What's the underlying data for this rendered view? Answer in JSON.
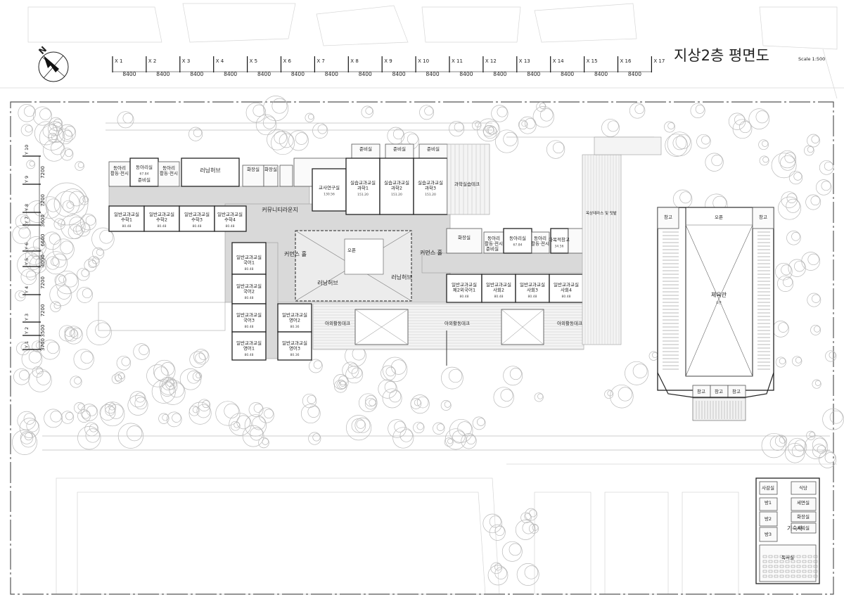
{
  "title": "지상2층  평면도",
  "scale": "Scale 1:500",
  "north_label": "N",
  "x_axis": {
    "labels": [
      "X 1",
      "X 2",
      "X 3",
      "X 4",
      "X 5",
      "X 6",
      "X 7",
      "X 8",
      "X 9",
      "X 10",
      "X 11",
      "X 12",
      "X 13",
      "X 14",
      "X 15",
      "X 16",
      "X 17"
    ],
    "spacing": "8400"
  },
  "y_axis": {
    "labels": [
      "Y 10",
      "Y 9",
      "Y 8",
      "Y 7",
      "Y 6",
      "Y 5",
      "Y 4",
      "Y 3",
      "Y 2",
      "Y 1"
    ],
    "dims": [
      "7200",
      "7200",
      "3600",
      "6600",
      "4000",
      "7200",
      "7200",
      "3500",
      "3700"
    ]
  },
  "rooms": [
    {
      "name": "동아리실",
      "area": "67.84"
    },
    {
      "name": "동아리 활동·전시",
      "area": ""
    },
    {
      "name": "동아리 활동·전시",
      "area": ""
    },
    {
      "name": "준비실",
      "area": ""
    },
    {
      "name": "러닝허브",
      "area": ""
    },
    {
      "name": "화장실",
      "area": ""
    },
    {
      "name": "화장실",
      "area": ""
    },
    {
      "name": "일반교과교실 수학1",
      "area": "80.48"
    },
    {
      "name": "일반교과교실 수학2",
      "area": "80.48"
    },
    {
      "name": "일반교과교실 수학3",
      "area": "80.48"
    },
    {
      "name": "일반교과교실 수학4",
      "area": "80.48"
    },
    {
      "name": "커뮤니티라운지",
      "area": ""
    },
    {
      "name": "교사연구실",
      "area": "130.56"
    },
    {
      "name": "준비실",
      "area": ""
    },
    {
      "name": "준비실",
      "area": ""
    },
    {
      "name": "준비실",
      "area": ""
    },
    {
      "name": "실습교과교실 과학1",
      "area": "151.20"
    },
    {
      "name": "실습교과교실 과학2",
      "area": "151.20"
    },
    {
      "name": "실습교과교실 과학3",
      "area": "151.20"
    },
    {
      "name": "과학실습테크",
      "area": ""
    },
    {
      "name": "커먼스 홀",
      "area": ""
    },
    {
      "name": "오픈",
      "area": ""
    },
    {
      "name": "러닝허브",
      "area": ""
    },
    {
      "name": "러닝허브",
      "area": ""
    },
    {
      "name": "커먼스 홀",
      "area": ""
    },
    {
      "name": "일반교과교실 국어1",
      "area": "80.48"
    },
    {
      "name": "일반교과교실 국어2",
      "area": "80.48"
    },
    {
      "name": "일반교과교실 국어3",
      "area": "80.48"
    },
    {
      "name": "일반교과교실 영어1",
      "area": "80.48"
    },
    {
      "name": "일반교과교실 영어2",
      "area": "80.36"
    },
    {
      "name": "일반교과교실 영어3",
      "area": "80.36"
    },
    {
      "name": "동아리실",
      "area": "67.84"
    },
    {
      "name": "동아리 활동·전시",
      "area": ""
    },
    {
      "name": "동아리 활동·전시",
      "area": ""
    },
    {
      "name": "화장실",
      "area": ""
    },
    {
      "name": "준비실",
      "area": ""
    },
    {
      "name": "다목적창고",
      "area": "34.56"
    },
    {
      "name": "일반교과교실 제2외국어1",
      "area": "80.48"
    },
    {
      "name": "일반교과교실 사회2",
      "area": "80.48"
    },
    {
      "name": "일반교과교실 사회3",
      "area": "80.48"
    },
    {
      "name": "일반교과교실 사회4",
      "area": "80.48"
    },
    {
      "name": "옥상테라스 및 텃밭",
      "area": ""
    },
    {
      "name": "아외활동데크",
      "area": ""
    },
    {
      "name": "아외활동데크",
      "area": ""
    },
    {
      "name": "아외활동데크",
      "area": ""
    },
    {
      "name": "창고",
      "area": ""
    },
    {
      "name": "창고",
      "area": ""
    },
    {
      "name": "오픈",
      "area": ""
    },
    {
      "name": "체육관",
      "area": "오픈"
    },
    {
      "name": "창고",
      "area": ""
    },
    {
      "name": "창고",
      "area": ""
    },
    {
      "name": "창고",
      "area": ""
    },
    {
      "name": "사감실",
      "area": ""
    },
    {
      "name": "식당",
      "area": ""
    },
    {
      "name": "방1",
      "area": ""
    },
    {
      "name": "세면실",
      "area": ""
    },
    {
      "name": "화장실",
      "area": ""
    },
    {
      "name": "방2",
      "area": ""
    },
    {
      "name": "샤워실",
      "area": ""
    },
    {
      "name": "방3",
      "area": ""
    },
    {
      "name": "기숙사",
      "area": ""
    },
    {
      "name": "독서실",
      "area": ""
    }
  ],
  "colors": {
    "line": "#222222",
    "corridor": "#d9d9d9",
    "tree": "#b9b9b9",
    "deck": "#f4f4f4"
  },
  "icons": [
    "north-arrow-icon"
  ]
}
